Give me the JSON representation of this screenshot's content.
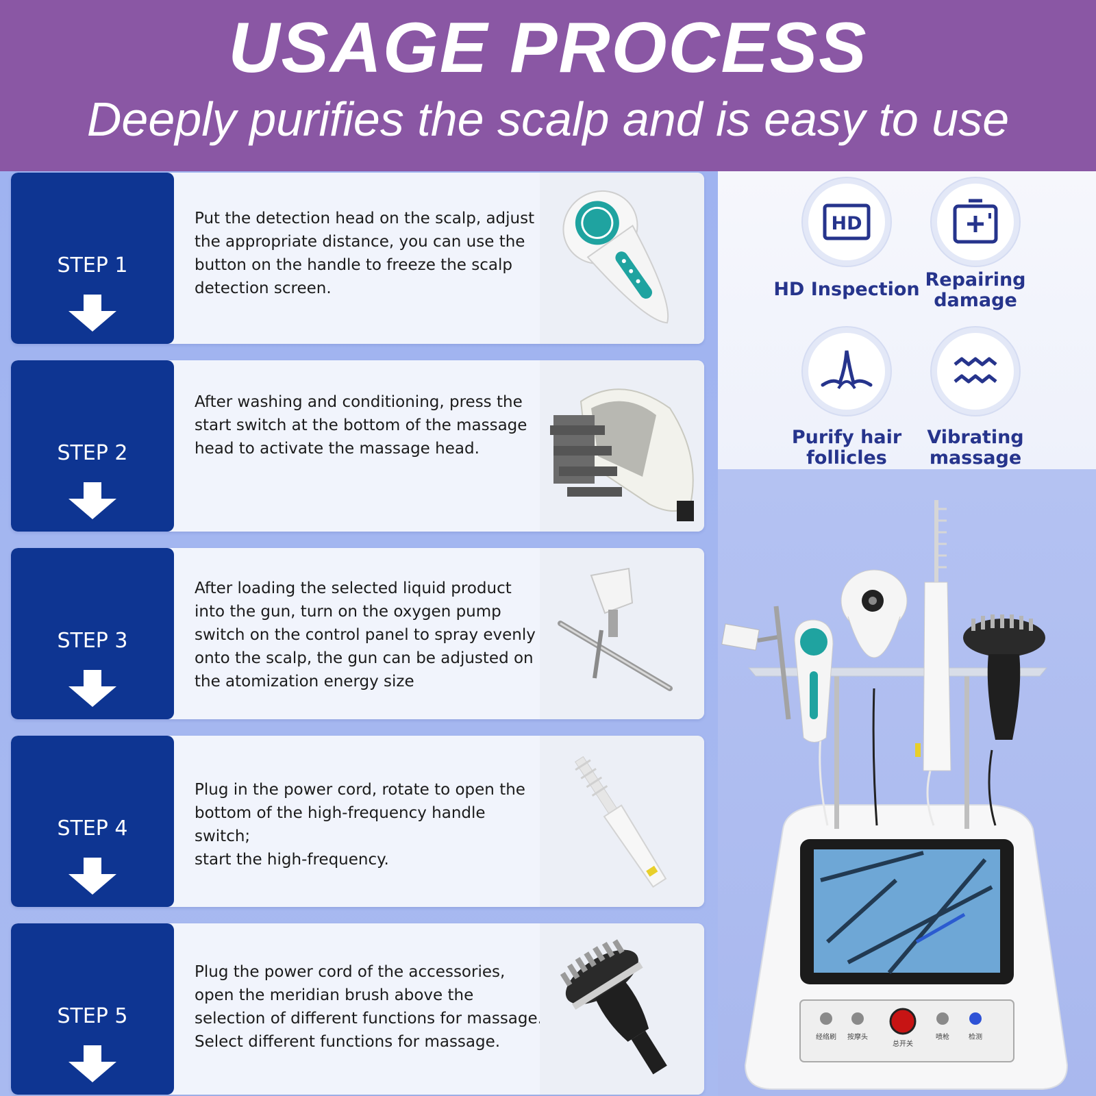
{
  "banner": {
    "title": "USAGE PROCESS",
    "subtitle": "Deeply purifies the scalp and is easy to use"
  },
  "steps": [
    {
      "label": "STEP 1",
      "lines": [
        "Put the detection head on the scalp, adjust",
        "the appropriate distance, you can use the",
        "button on the handle to freeze the scalp",
        "detection screen."
      ],
      "image": "detection-handle"
    },
    {
      "label": "STEP 2",
      "lines": [
        "After washing and conditioning, press the",
        "start switch at the bottom of the massage",
        "head to activate the massage head."
      ],
      "image": "massage-head"
    },
    {
      "label": "STEP 3",
      "lines": [
        "After loading the selected liquid product",
        "into the gun, turn on the oxygen pump",
        "switch on the control panel to spray evenly",
        "onto the scalp, the gun can be adjusted on",
        "the atomization energy size"
      ],
      "image": "spray-gun"
    },
    {
      "label": "STEP 4",
      "lines": [
        "Plug in the power cord, rotate to open the",
        "bottom of the high-frequency handle switch;",
        "start the high-frequency."
      ],
      "image": "high-frequency-wand"
    },
    {
      "label": "STEP 5",
      "lines": [
        "Plug the power cord of the accessories,",
        "open the meridian brush above the",
        "selection of different functions for massage.",
        "Select different functions for massage."
      ],
      "image": "meridian-brush"
    }
  ],
  "features": [
    {
      "label_lines": [
        "HD Inspection"
      ],
      "icon": "hd-icon"
    },
    {
      "label_lines": [
        "Repairing",
        "damage"
      ],
      "icon": "battery-plus-icon"
    },
    {
      "label_lines": [
        "Purify hair",
        "follicles"
      ],
      "icon": "hair-follicle-icon"
    },
    {
      "label_lines": [
        "Vibrating",
        "massage"
      ],
      "icon": "wave-icon"
    }
  ],
  "hd_icon_text": "HD",
  "device": {
    "control_labels": [
      "经络刷",
      "按摩头",
      "总开关",
      "喷枪",
      "检测"
    ]
  },
  "colors": {
    "banner": "#8a57a4",
    "step_side": "#0e3592",
    "feature_text": "#26348c",
    "teal": "#1fa3a0"
  }
}
